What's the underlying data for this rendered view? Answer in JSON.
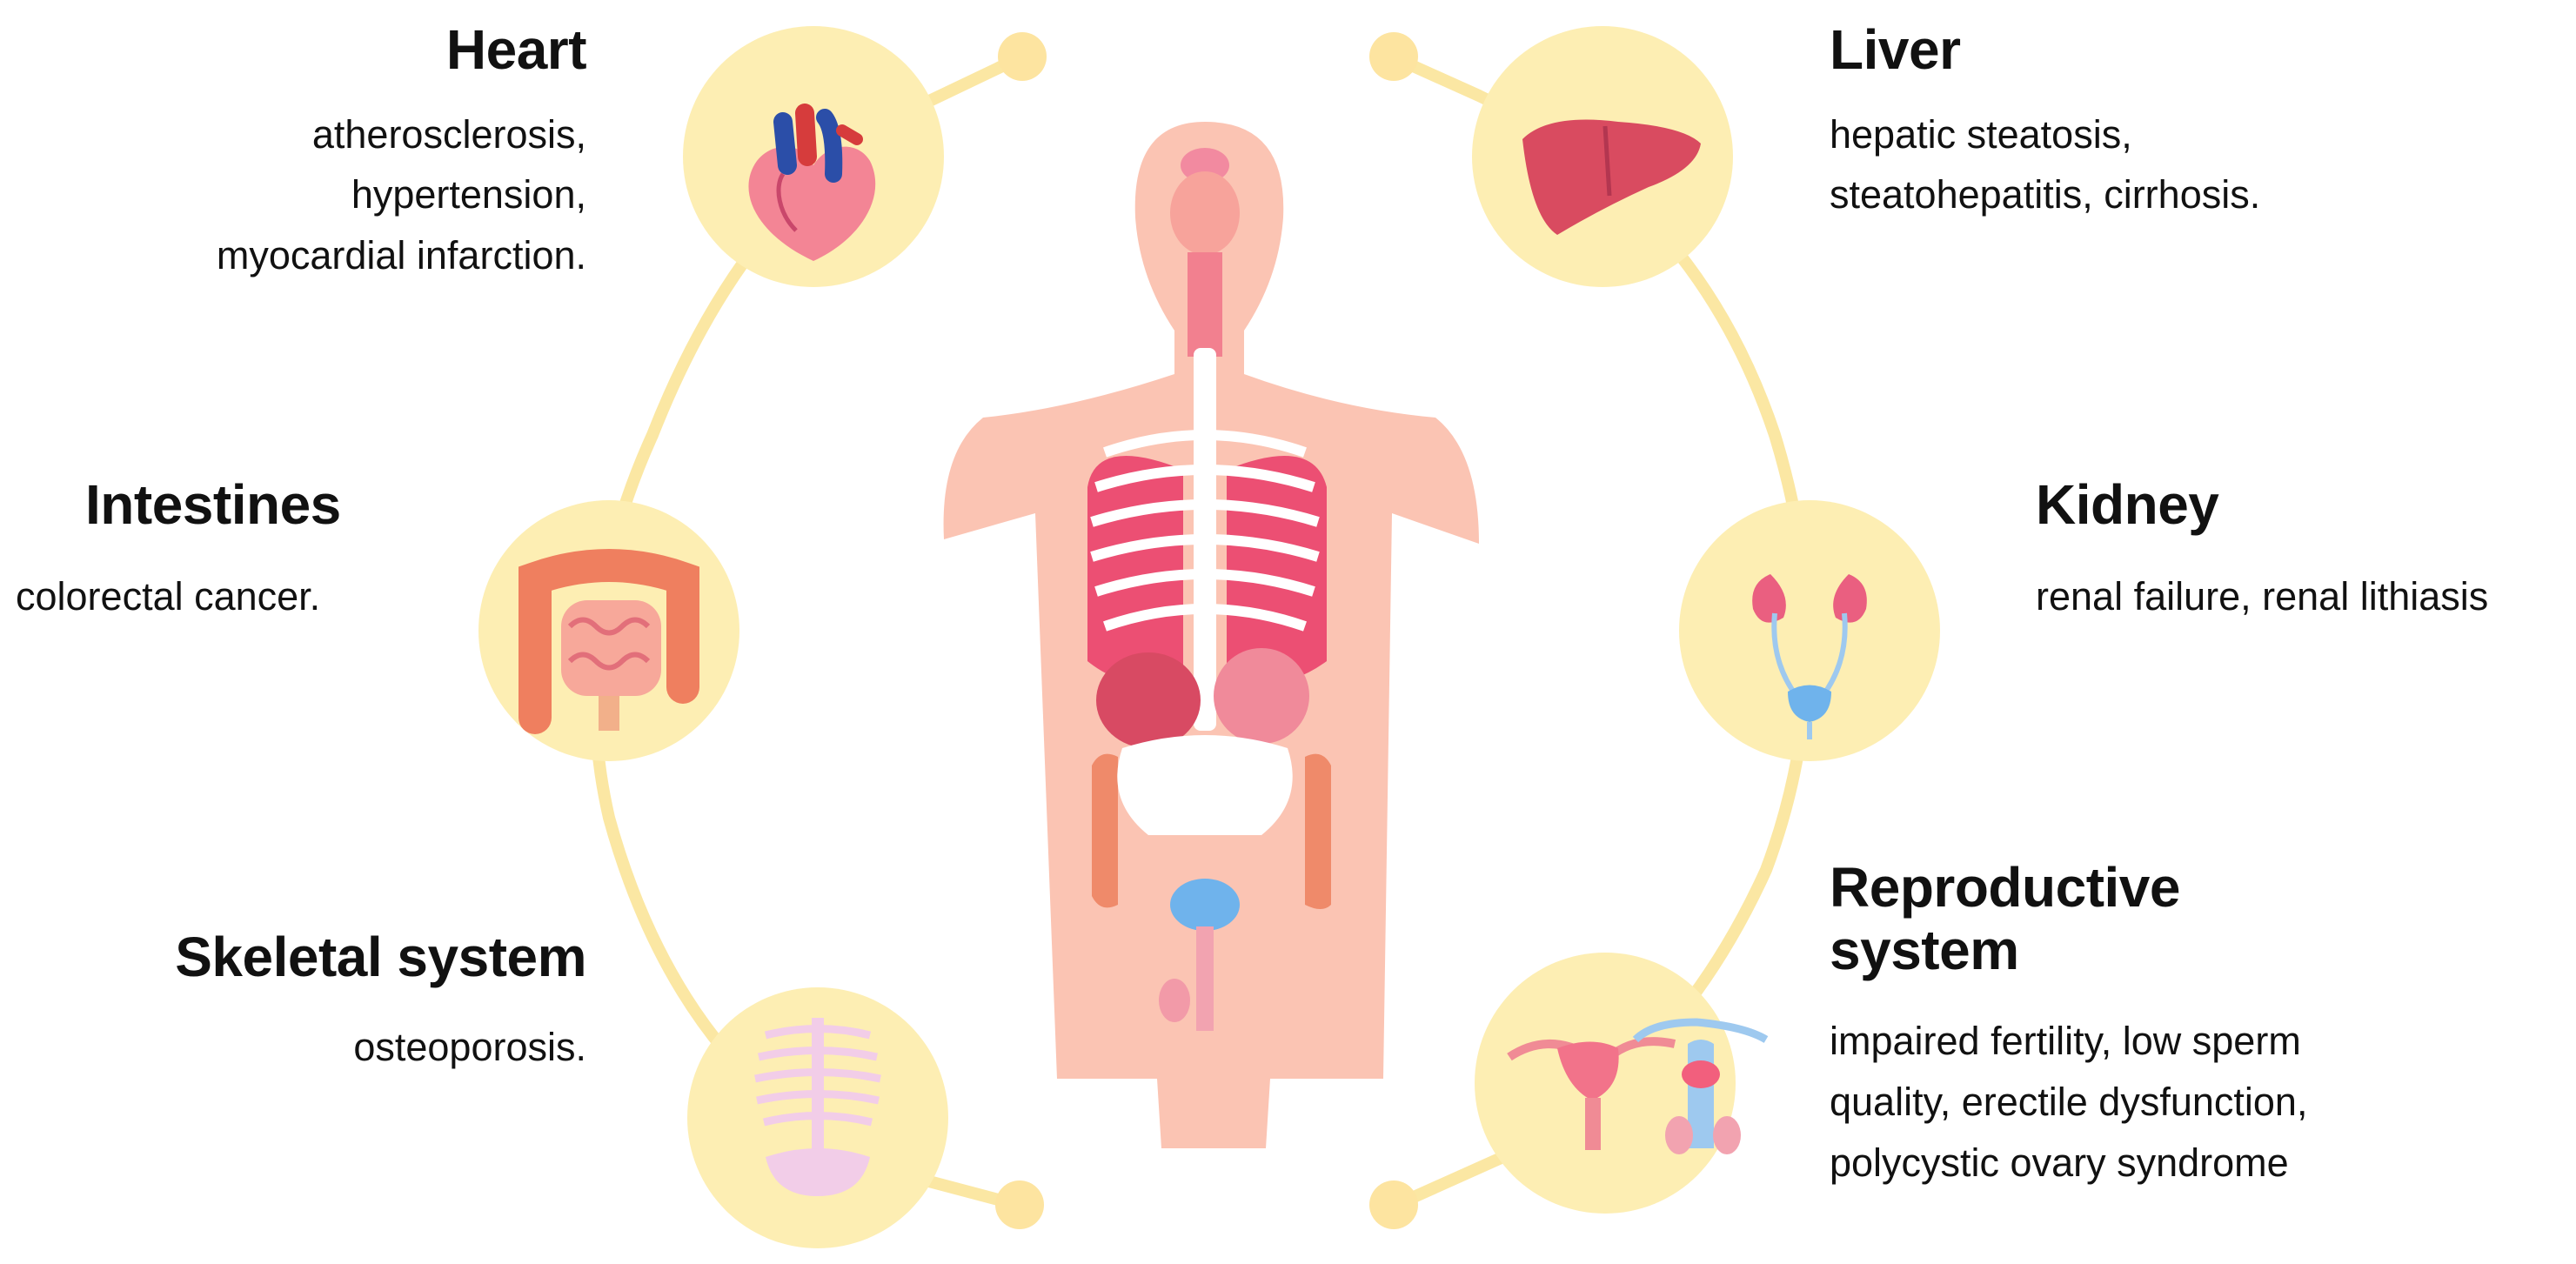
{
  "organs": [
    {
      "id": "heart",
      "title": "Heart",
      "items": [
        "atherosclerosis,",
        "hypertension,",
        "myocardial infarction."
      ]
    },
    {
      "id": "intestines",
      "title": "Intestines",
      "items": [
        "colorectal cancer."
      ]
    },
    {
      "id": "skeletal",
      "title": "Skeletal system",
      "items": [
        "osteoporosis."
      ]
    },
    {
      "id": "liver",
      "title": "Liver",
      "items": [
        "hepatic steatosis,",
        "steatohepatitis, cirrhosis."
      ]
    },
    {
      "id": "kidney",
      "title": "Kidney",
      "items": [
        "renal failure, renal lithiasis"
      ]
    },
    {
      "id": "reproductive",
      "title": "Reproductive system",
      "title_lines": [
        "Reproductive",
        "system"
      ],
      "items": [
        "impaired fertility, low sperm",
        "quality, erectile dysfunction,",
        "polycystic ovary syndrome"
      ]
    }
  ],
  "colors": {
    "circle": "#fdeeb3",
    "line": "#fbe7a3",
    "body": "#fbc4b3",
    "heart": "#ef7a8a",
    "liver": "#d9485f",
    "kidney": "#e95f7e",
    "ureter": "#9ec9ef",
    "intestine": "#ef8a6a",
    "bone": "#ffffff",
    "skeleton_icon": "#f5d3ec"
  },
  "icons": [
    "heart-icon",
    "liver-icon",
    "intestines-icon",
    "kidney-icon",
    "skeleton-icon",
    "reproductive-organs-icon",
    "human-anatomy-figure"
  ]
}
